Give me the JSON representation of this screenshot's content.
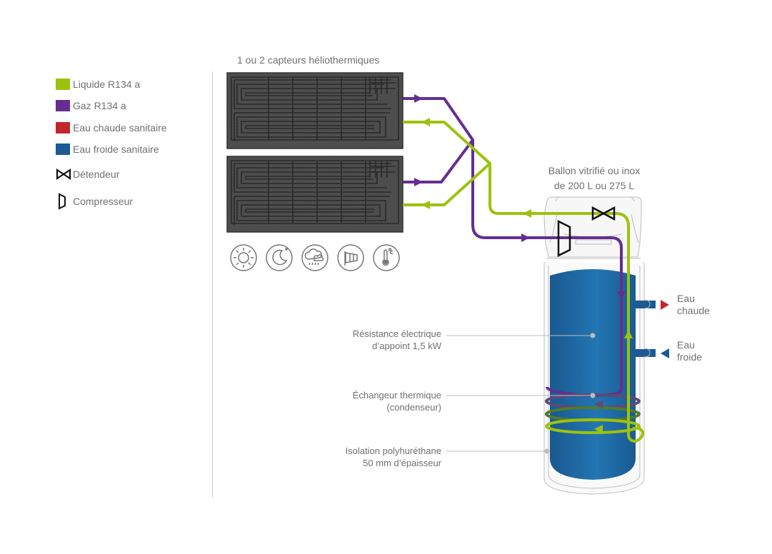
{
  "legend": {
    "items": [
      {
        "kind": "swatch",
        "color": "#9cc20e",
        "label": "Liquide R134 a"
      },
      {
        "kind": "swatch",
        "color": "#662d91",
        "label": "Gaz R134 a"
      },
      {
        "kind": "swatch",
        "color": "#c1272d",
        "label": "Eau chaude sanitaire"
      },
      {
        "kind": "swatch",
        "color": "#1b5a94",
        "label": "Eau froide sanitaire"
      },
      {
        "kind": "valve-icon",
        "label": "Détendeur"
      },
      {
        "kind": "compressor-icon",
        "label": "Compresseur"
      }
    ]
  },
  "collectors": {
    "title": "1 ou 2 capteurs héliothermiques",
    "count": 2,
    "conditions_icons": [
      "sun-icon",
      "moon-icon",
      "rain-cloud-icon",
      "windsock-icon",
      "thermometer-icon"
    ]
  },
  "tank": {
    "title_line1": "Ballon vitrifié ou inox",
    "title_line2": "de 200 L ou 275 L",
    "outlet_hot_line1": "Eau",
    "outlet_hot_line2": "chaude",
    "inlet_cold_line1": "Eau",
    "inlet_cold_line2": "froide"
  },
  "callouts": [
    {
      "line1": "Résistance électrique",
      "line2": "d’appoint 1,5 kW"
    },
    {
      "line1": "Échangeur thermique",
      "line2": "(condenseur)"
    },
    {
      "line1": "Isolation polyhuréthane",
      "line2": "50 mm d’épaisseur"
    }
  ],
  "colors": {
    "liquid": "#9cc20e",
    "gas": "#662d91",
    "hot_water": "#c1272d",
    "cold_water": "#1b5a94",
    "tank_blue": "#2272ae",
    "coil_mid1": "#5d4a77",
    "coil_mid2": "#4f7a32"
  }
}
